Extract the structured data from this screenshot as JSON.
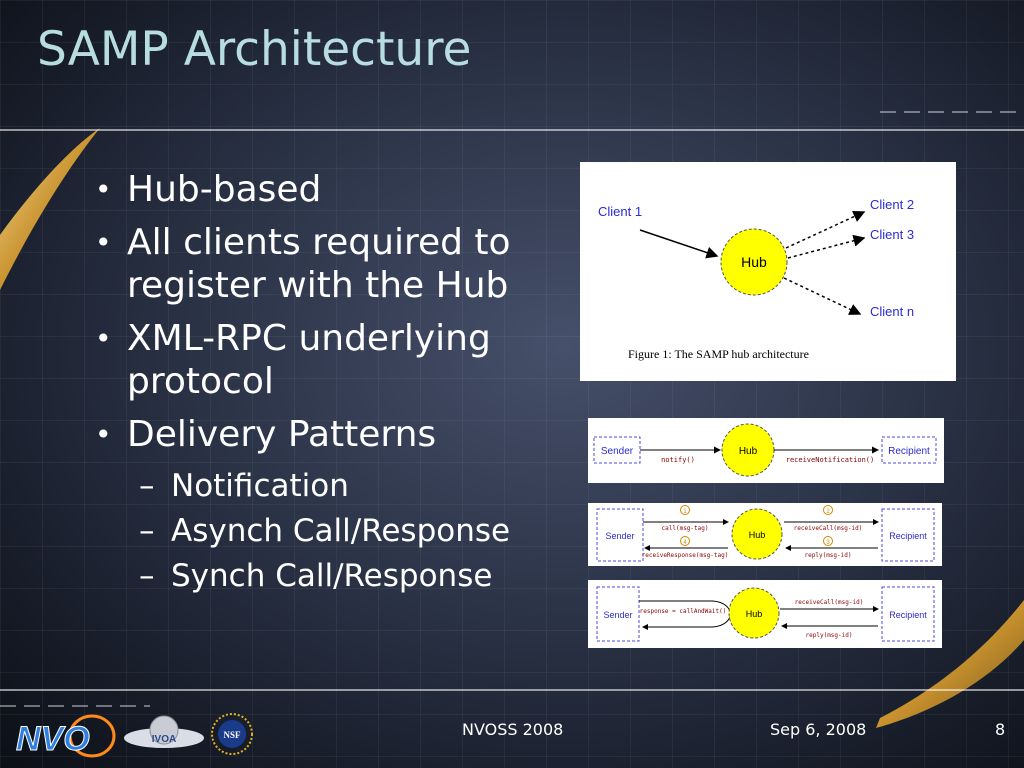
{
  "slide": {
    "title": "SAMP Architecture",
    "bullets": [
      "Hub-based",
      "All clients required to register with the Hub",
      "XML-RPC underlying protocol",
      "Delivery Patterns"
    ],
    "sub_bullets": [
      "Notification",
      "Asynch Call/Response",
      "Synch Call/Response"
    ]
  },
  "figure": {
    "client1": "Client 1",
    "client2": "Client 2",
    "client3": "Client 3",
    "clientn": "Client n",
    "hub": "Hub",
    "caption": "Figure 1:  The SAMP hub architecture"
  },
  "patterns": {
    "sender": "Sender",
    "recipient": "Recipient",
    "hub": "Hub",
    "notification": {
      "left": "notify()",
      "right": "receiveNotification()"
    },
    "async": {
      "call": "call(msg-tag)",
      "receive_call": "receiveCall(msg-id)",
      "reply": "reply(msg-id)",
      "receive_response": "receiveResponse(msg-tag)",
      "steps": [
        "1",
        "2",
        "3",
        "4"
      ]
    },
    "sync": {
      "call": "response = callAndWait()",
      "receive_call": "receiveCall(msg-id)",
      "reply": "reply(msg-id)"
    }
  },
  "logos": {
    "nvo": "NVO",
    "ivoa": "IVOA",
    "nsf": "NSF"
  },
  "footer": {
    "event": "NVOSS 2008",
    "date": "Sep 6, 2008",
    "page": "8"
  },
  "colors": {
    "title": "#b8dde0",
    "hub_fill": "#ffff00",
    "box_stroke": "#4a4ae0",
    "label_red": "#8b0000"
  }
}
